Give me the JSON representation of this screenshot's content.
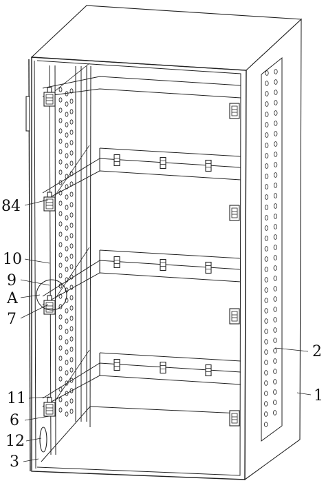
{
  "callouts": [
    {
      "id": "84",
      "text": "84"
    },
    {
      "id": "10",
      "text": "10"
    },
    {
      "id": "9",
      "text": "9"
    },
    {
      "id": "A",
      "text": "A"
    },
    {
      "id": "7",
      "text": "7"
    },
    {
      "id": "11",
      "text": "11"
    },
    {
      "id": "6",
      "text": "6"
    },
    {
      "id": "12",
      "text": "12"
    },
    {
      "id": "3",
      "text": "3"
    },
    {
      "id": "2",
      "text": "2"
    },
    {
      "id": "1",
      "text": "1"
    }
  ],
  "colors": {
    "line": "#222222",
    "background": "#ffffff"
  }
}
